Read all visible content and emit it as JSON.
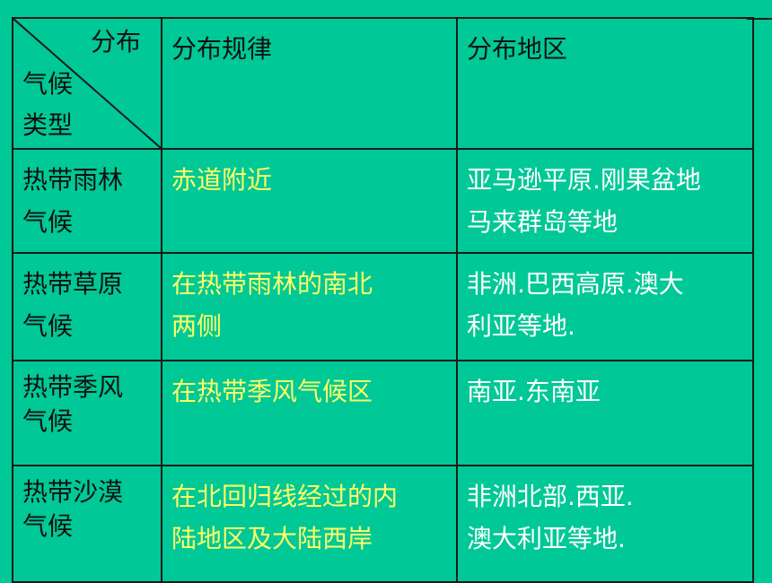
{
  "header": {
    "corner_top": "分布",
    "corner_bottom_line1": "气候",
    "corner_bottom_line2": "类型",
    "col2": "分布规律",
    "col3": "分布地区"
  },
  "rows": [
    {
      "type_line1": "热带雨林",
      "type_line2": "气候",
      "pattern_line1": "赤道附近",
      "pattern_line2": "",
      "region_line1": "亚马逊平原.刚果盆地",
      "region_line2": "马来群岛等地"
    },
    {
      "type_line1": "热带草原",
      "type_line2": "气候",
      "pattern_line1": "在热带雨林的南北",
      "pattern_line2": "两侧",
      "region_line1": "非洲.巴西高原.澳大",
      "region_line2": "利亚等地."
    },
    {
      "type_line1": "热带季风",
      "type_line2": "气候",
      "pattern_line1": "在热带季风气候区",
      "pattern_line2": "",
      "region_line1": "南亚.东南亚",
      "region_line2": ""
    },
    {
      "type_line1": "热带沙漠",
      "type_line2": "气候",
      "pattern_line1": "在北回归线经过的内",
      "pattern_line2": "陆地区及大陆西岸",
      "region_line1": "非洲北部.西亚.",
      "region_line2": "澳大利亚等地."
    }
  ],
  "colors": {
    "background": "#00C896",
    "pattern_text": "#FFFF66",
    "region_text": "#FFFFFF",
    "type_text": "#111111",
    "grid": "#1a1a1a"
  }
}
